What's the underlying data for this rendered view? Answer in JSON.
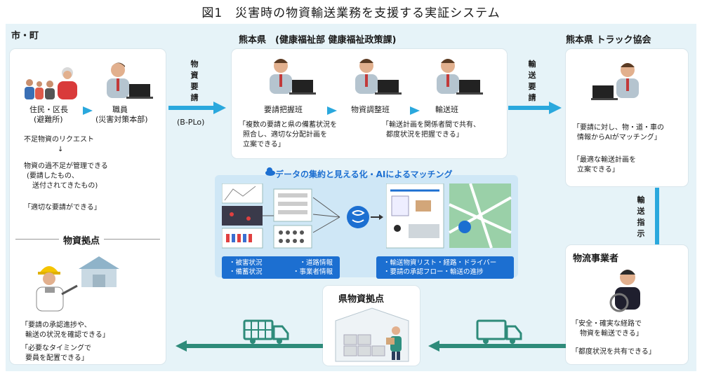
{
  "title": "図1　災害時の物資輸送業務を支援する実証システム",
  "colors": {
    "accent": "#1c6fd1",
    "arrow": "#2aa8dd",
    "background": "#e6f3f8",
    "truck": "#2e8b7a"
  },
  "city": {
    "heading": "市・町",
    "resident_label": "住民・区長",
    "resident_sub": "(避難所)",
    "staff_label": "職員",
    "staff_sub": "(災害対策本部)",
    "line1": "不足物資のリクエスト",
    "down_arrow": "↓",
    "line2": "物資の過不足が管理できる",
    "line3": "(要請したもの、",
    "line4": "送付されてきたもの)",
    "quote": "「適切な要請ができる」"
  },
  "arrow_request": {
    "label": [
      "物",
      "資",
      "要",
      "請"
    ],
    "system": "(B-PLo)"
  },
  "prefecture": {
    "heading": "熊本県　(健康福祉部 健康福祉政策課)",
    "team1": "要請把握班",
    "team2": "物資調整班",
    "team3": "輸送班",
    "quote1_l1": "「複数の要請と県の備蓄状況を",
    "quote1_l2": "照合し、適切な分配計画を",
    "quote1_l3": "立案できる」",
    "quote2_l1": "「輸送計画を関係者間で共有、",
    "quote2_l2": "都度状況を把握できる」"
  },
  "arrow_transport_request": {
    "label": [
      "輸",
      "送",
      "要",
      "請"
    ]
  },
  "truck_assoc": {
    "heading": "熊本県 トラック協会",
    "quote1_l1": "「要請に対し、物・道・車の",
    "quote1_l2": "情報からAIがマッチング」",
    "quote2_l1": "「最適な輸送計画を",
    "quote2_l2": "立案できる」"
  },
  "arrow_instruction": {
    "label": [
      "輸",
      "送",
      "指",
      "示"
    ]
  },
  "ai": {
    "title": "データの集約と見える化・AIによるマッチング",
    "left_items": [
      "・被害状況",
      "・道路情報",
      "・備蓄状況",
      "・事業者情報"
    ],
    "right_l1": "・輸送物資リスト・経路・ドライバー",
    "right_l2": "・要請の承認フロー・輸送の進捗"
  },
  "depot": {
    "heading": "物資拠点",
    "quote1_l1": "「要請の承認進捗や、",
    "quote1_l2": "輸送の状況を確認できる」",
    "quote2_l1": "「必要なタイミングで",
    "quote2_l2": "要員を配置できる」"
  },
  "pref_depot": {
    "heading": "県物資拠点"
  },
  "logistics": {
    "heading": "物流事業者",
    "quote1_l1": "「安全・確実な経路で",
    "quote1_l2": "物資を輸送できる」",
    "quote2": "「都度状況を共有できる」"
  }
}
